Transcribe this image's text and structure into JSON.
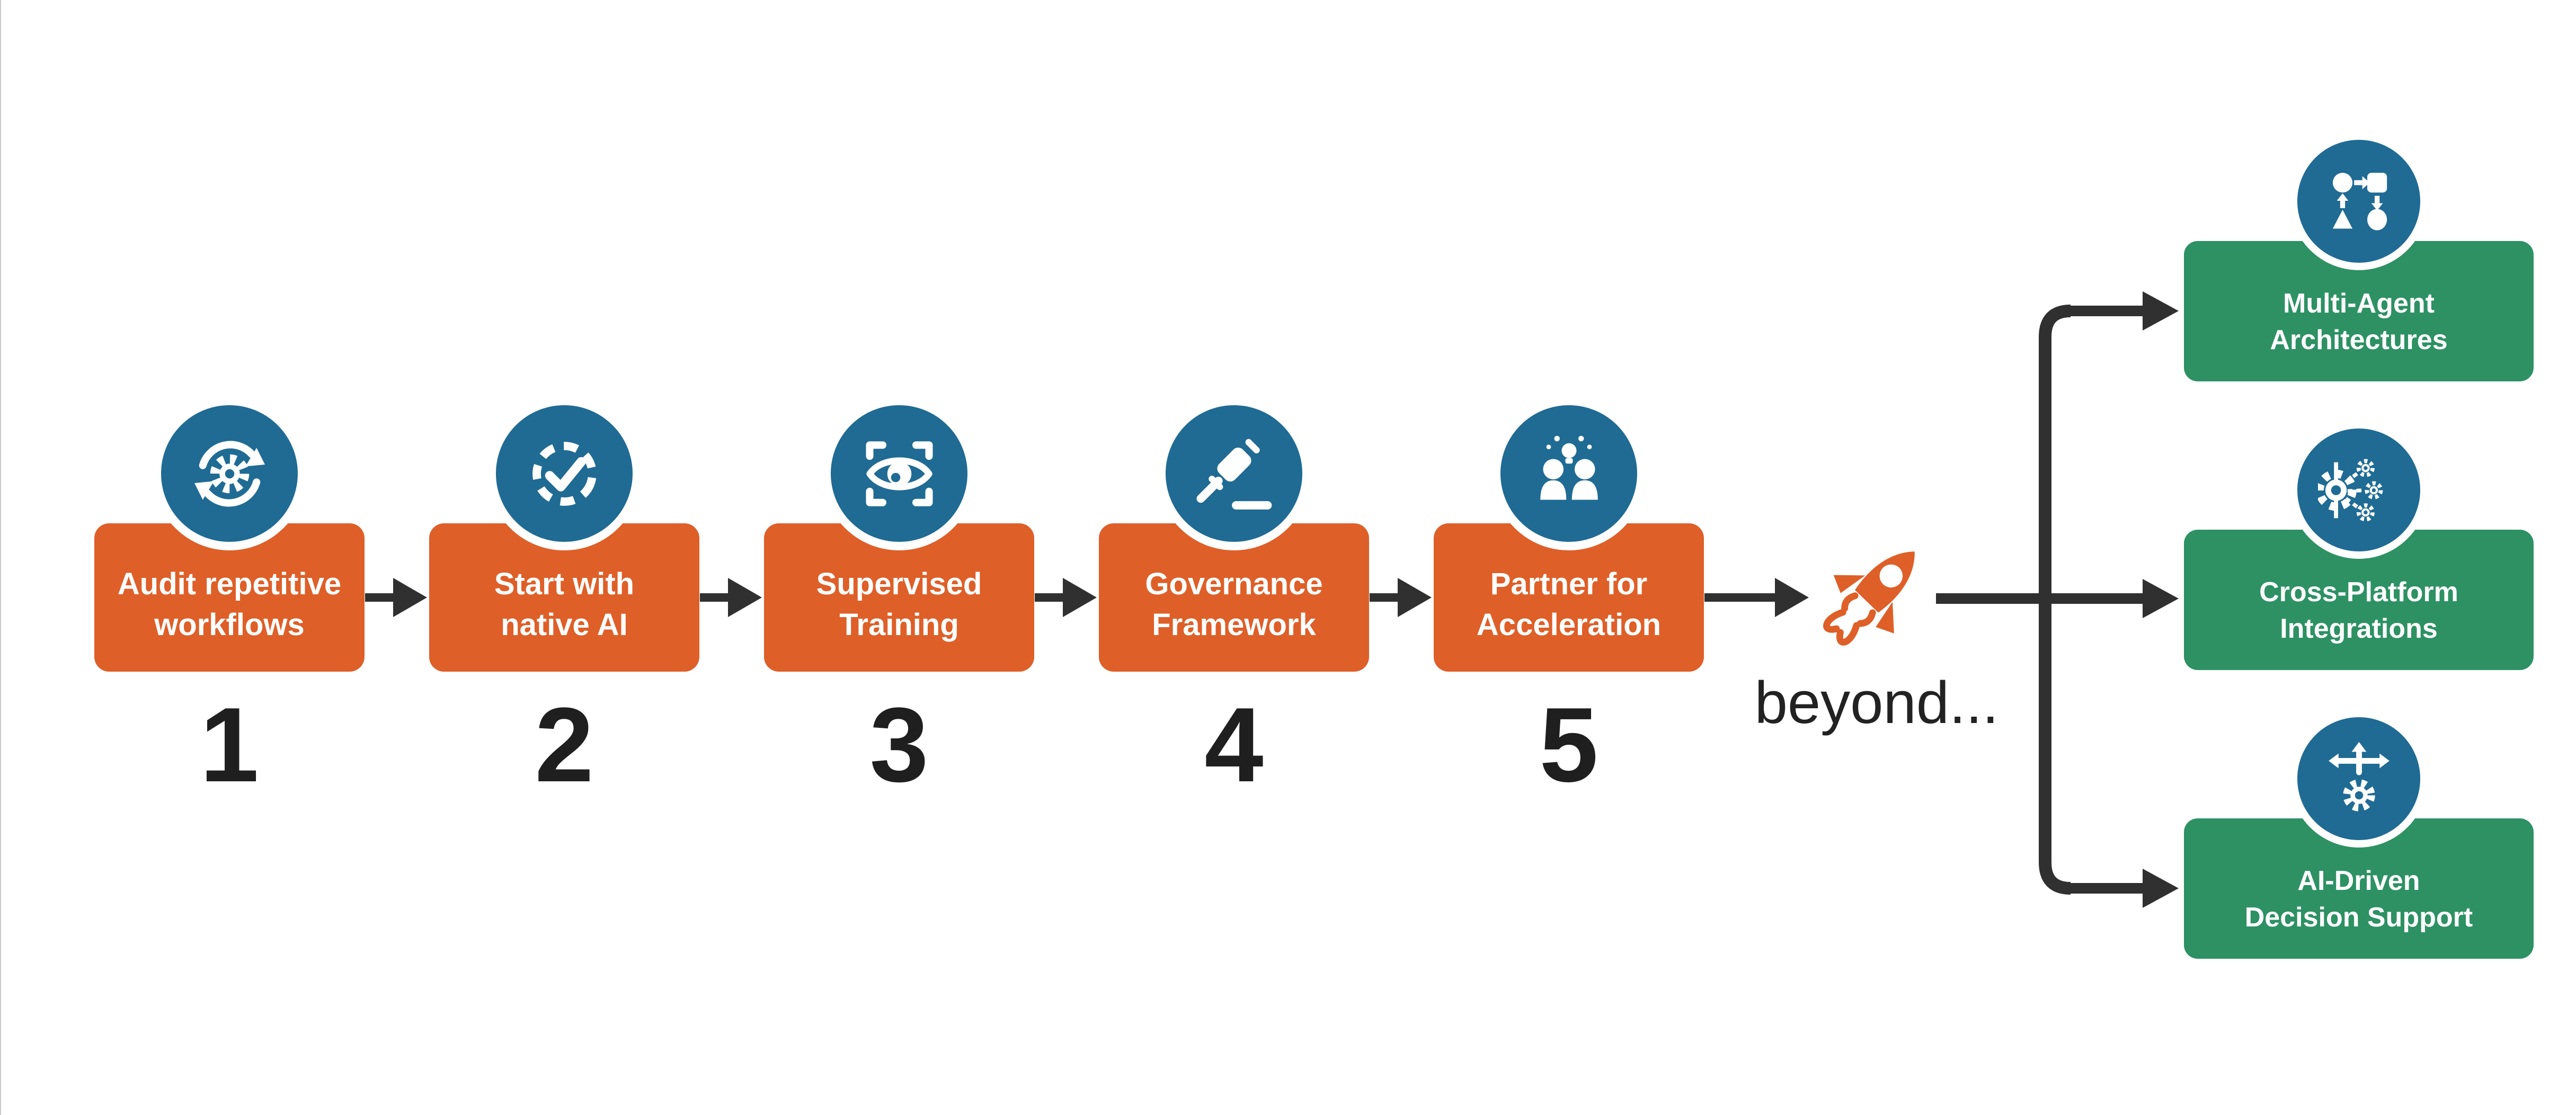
{
  "colors": {
    "orange": "#DE5F28",
    "blue": "#1F6B94",
    "green": "#2D9163",
    "ink": "#303030",
    "paper": "#ffffff",
    "number": "#1f1f1f"
  },
  "flow": {
    "steps": [
      {
        "number": "1",
        "label": "Audit repetitive\nworkflows",
        "icon": "sync-gear-icon"
      },
      {
        "number": "2",
        "label": "Start with\nnative AI",
        "icon": "dashed-check-icon"
      },
      {
        "number": "3",
        "label": "Supervised\nTraining",
        "icon": "eye-scan-icon"
      },
      {
        "number": "4",
        "label": "Governance\nFramework",
        "icon": "gavel-icon"
      },
      {
        "number": "5",
        "label": "Partner for\nAcceleration",
        "icon": "partners-idea-icon"
      }
    ],
    "beyond_label": "beyond...",
    "outcomes": [
      {
        "label": "Multi-Agent\nArchitectures",
        "icon": "multi-agent-flow-icon"
      },
      {
        "label": "Cross-Platform\nIntegrations",
        "icon": "connected-gears-icon"
      },
      {
        "label": "AI-Driven\nDecision Support",
        "icon": "direction-arrows-gear-icon"
      }
    ]
  }
}
